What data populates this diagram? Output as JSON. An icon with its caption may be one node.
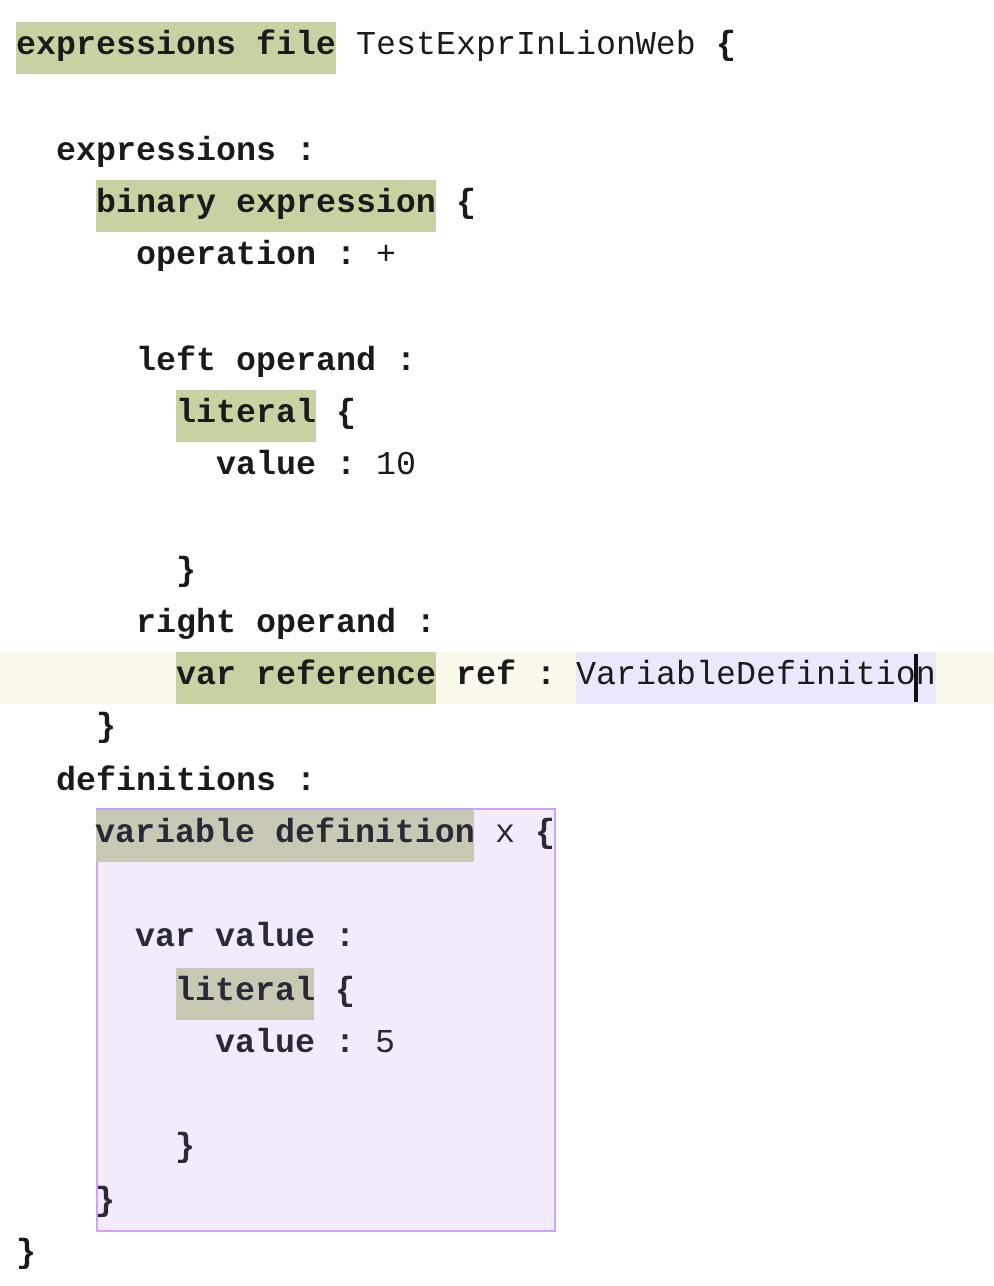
{
  "diagram": {
    "nodes": [
      {
        "text": [
          "variable definition",
          "x",
          "{",
          "var value :",
          "literal",
          "{",
          "value :",
          "5",
          "}",
          "}"
        ]
      }
    ],
    "labels": [
      "expressions file",
      "TestExprInLionWeb",
      "{",
      "expressions :",
      "binary expression",
      "{",
      "operation :",
      "+",
      "left operand :",
      "literal",
      "{",
      "value :",
      "10",
      "}",
      "right operand :",
      "var reference",
      "ref :",
      "VariableDefinition",
      "}",
      "definitions :",
      "}"
    ]
  }
}
